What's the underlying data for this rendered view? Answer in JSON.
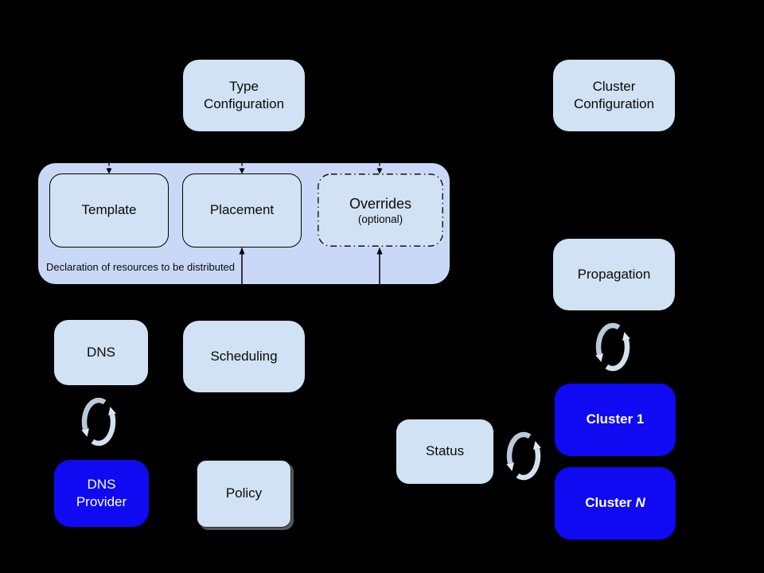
{
  "colors": {
    "bg": "#000000",
    "light_box": "#d0e2f3",
    "container": "#c9d8f7",
    "blue_box": "#0f0af2",
    "text_light": "#ffffff",
    "sync_arc_dark": "#b9c9d8",
    "sync_arc_light": "#d4e2ee"
  },
  "nodes": {
    "type_configuration": {
      "label": "Type Configuration"
    },
    "cluster_configuration": {
      "label": "Cluster Configuration"
    },
    "template": {
      "label": "Template"
    },
    "placement": {
      "label": "Placement"
    },
    "overrides": {
      "label": "Overrides",
      "sublabel": "(optional)"
    },
    "resource_group": {
      "caption": "Declaration of resources to be distributed"
    },
    "propagation": {
      "label": "Propagation"
    },
    "dns": {
      "label": "DNS"
    },
    "scheduling": {
      "label": "Scheduling"
    },
    "dns_provider": {
      "label": "DNS Provider"
    },
    "policy": {
      "label": "Policy"
    },
    "status": {
      "label": "Status"
    },
    "cluster_1": {
      "label": "Cluster 1"
    },
    "cluster_n": {
      "label_prefix": "Cluster ",
      "label_n": "N"
    }
  }
}
